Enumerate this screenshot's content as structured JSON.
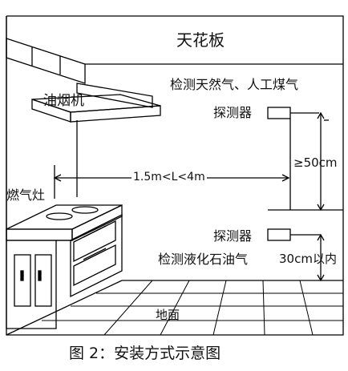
{
  "labels": {
    "ceiling": "天花板",
    "gas_detect": "检测天然气、人工煤气",
    "detector_top": "探测器",
    "detector_bottom": "探测器",
    "lpg_detect": "检测液化石油气",
    "distance": "1.5m<L<4m",
    "height_top": "≥50cm",
    "height_bottom": "30cm以内",
    "hood": "油烟机",
    "stove": "燃气灶",
    "floor": "地面",
    "caption": "图 2：安装方式示意图"
  }
}
